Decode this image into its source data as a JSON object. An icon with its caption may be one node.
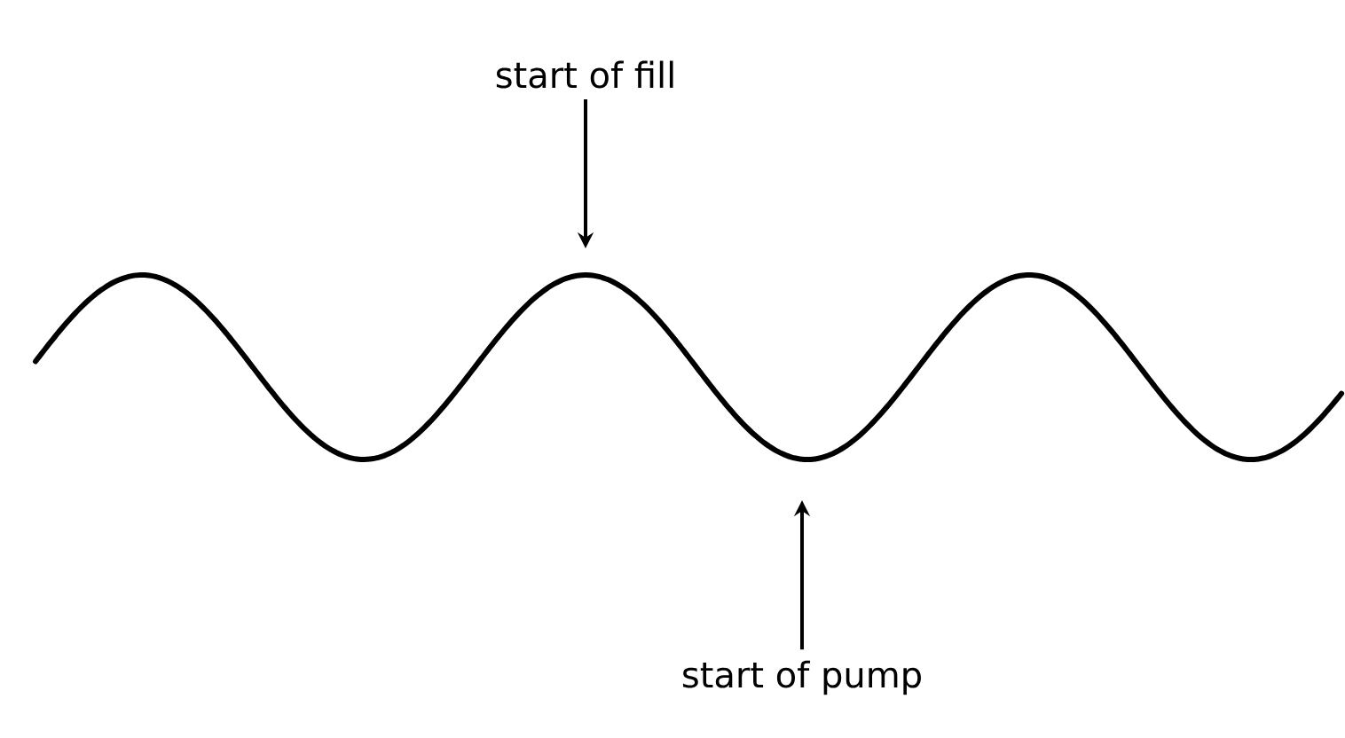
{
  "diagram": {
    "nodes": [
      {
        "text": [
          "start of fill"
        ]
      },
      {
        "text": [
          "start of pump"
        ]
      }
    ],
    "edges": [
      {
        "from": 0,
        "to": null,
        "arrow": "to"
      },
      {
        "from": 1,
        "to": null,
        "arrow": "to"
      }
    ]
  }
}
